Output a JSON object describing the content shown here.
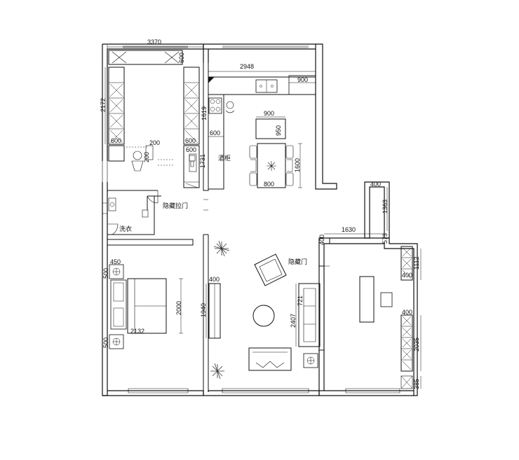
{
  "dimensions": {
    "top_width": "3370",
    "kitchen_counter": "2948",
    "left_height": "2172",
    "cab_top": "600",
    "cab_bot": "600",
    "cab_right": "600",
    "small_600": "600",
    "small_200": "200",
    "h_200": "200",
    "v_600": "600",
    "v_1731": "1731",
    "v_1619": "1619",
    "fridge": "900",
    "island_w": "900",
    "island_h": "950",
    "table_w": "800",
    "table_h": "1600",
    "east_400": "400",
    "east_1363": "1363",
    "east_573": "573",
    "east_1630": "1630",
    "east_400b": "400",
    "study_1112": "1112",
    "study_400a": "400",
    "study_400b": "400",
    "study_2035": "2035",
    "study_385": "385",
    "bed_450": "450",
    "bed_500a": "500",
    "bed_500b": "500",
    "bed_2000": "2000",
    "bed_2132": "2132",
    "tv_400": "400",
    "tv_1940": "1940",
    "sofa_721": "721",
    "sofa_2407": "2407"
  },
  "labels": {
    "hidden_slide_door": "隐藏拉门",
    "hidden_door": "隐藏门",
    "wine_cabinet": "酒柜",
    "washroom": "洗衣"
  },
  "colors": {
    "wall": "#111111",
    "line": "#222222",
    "plant": "#333333"
  },
  "icons": {
    "plant": "potted-plant-icon",
    "stove": "stove-icon",
    "sink": "sink-icon",
    "toilet": "toilet-icon",
    "lamp": "table-lamp-icon"
  }
}
